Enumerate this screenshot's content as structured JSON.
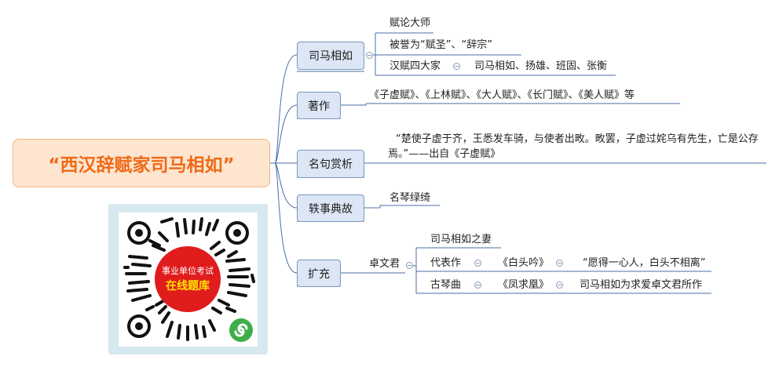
{
  "root": {
    "title": "“西汉辞赋家司马相如”"
  },
  "branches": {
    "b1": {
      "label": "司马相如",
      "leaves": {
        "l1": "赋论大师",
        "l2": "被誉为“赋圣”、“辞宗”",
        "l3": "汉赋四大家",
        "l3_child": "司马相如、扬雄、班固、张衡"
      }
    },
    "b2": {
      "label": "著作",
      "leaf": "《子虚赋》、《上林赋》、《大人赋》、《长门赋》、《美人赋》等"
    },
    "b3": {
      "label": "名句赏析",
      "leaf_line1": "“楚使子虚于齐，王悉发车骑，与使者出畋。畋罢，子虚过姹乌有先生，亡是公存",
      "leaf_line2": "焉。”——出自《子虚赋》"
    },
    "b4": {
      "label": "轶事典故",
      "leaf": "名琴绿绮"
    },
    "b5": {
      "label": "扩充",
      "node": "卓文君",
      "items": {
        "i1": "司马相如之妻",
        "i2": "代表作",
        "i2_work": "《白头吟》",
        "i2_quote": "“愿得一心人，白头不相离”",
        "i3": "古琴曲",
        "i3_work": "《凤求凰》",
        "i3_note": "司马相如为求爱卓文君所作"
      }
    }
  },
  "qr": {
    "line1": "事业单位考试",
    "line2": "在线题库"
  },
  "colors": {
    "root_text": "#ef6a17",
    "root_fill": "#fde5cf",
    "branch_fill": "#dce6f4",
    "branch_border": "#7b97bf",
    "connector": "#4a6fa5",
    "qr_badge": "#e11c1c",
    "qr_badge_text_2": "#ffe300",
    "qr_corner": "#3fae49"
  }
}
